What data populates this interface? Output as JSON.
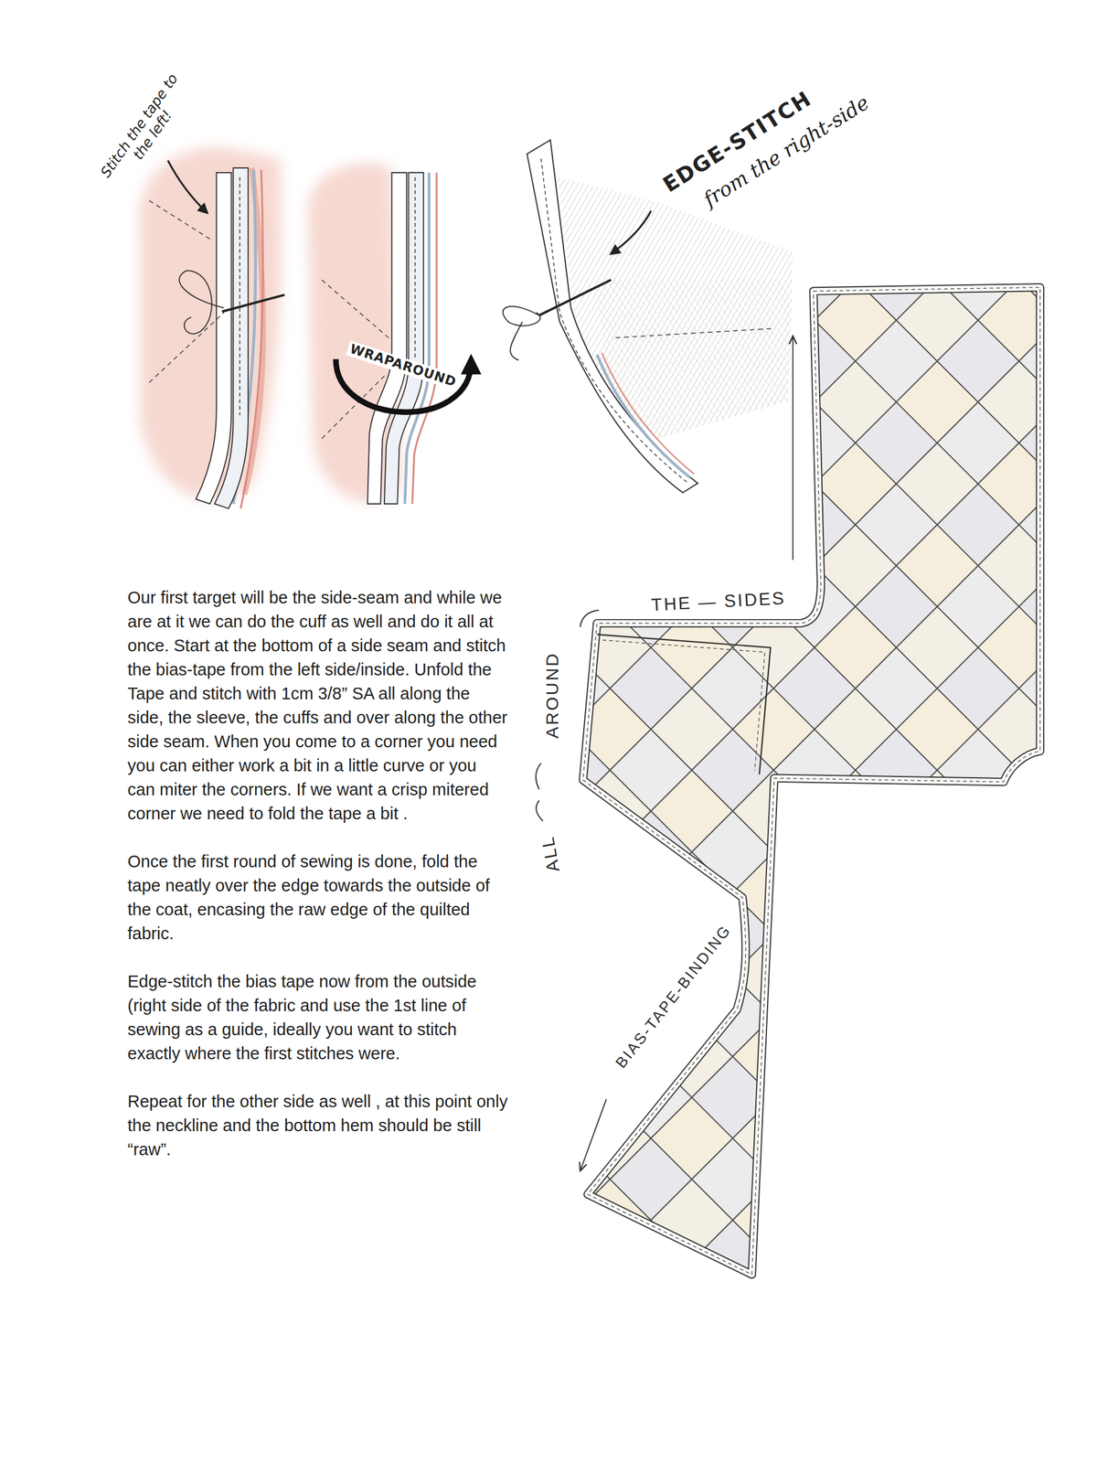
{
  "diagram": {
    "labels": [
      "Stitch the tape to the left!",
      "WRAPAROUND",
      "EDGE-STITCH",
      "from the right-side",
      "Our first target will be the side-seam and while we are at it we can do the cuff as well and do it all at once. Start at the bottom of a side seam and stitch the bias-tape from the left side/inside. Unfold the Tape and stitch with 1cm 3/8” SA all along the side, the sleeve, the cuffs and over along the other side seam. When you come to a corner you need you can either work a bit in a little curve or you can miter the corners. If we want a crisp mitered corner we need to fold the tape a bit .",
      "Once the first round of sewing is done, fold the tape neatly over the edge towards the outside of the coat, encasing the raw edge of the quilted fabric.",
      "Edge-stitch the bias tape now from the outside (right side of the fabric and use the 1st line of sewing as a guide, ideally you want to stitch exactly where the first stitches were.",
      "Repeat for the other side as well , at this point only the neckline and the bottom hem should be still “raw”.",
      "THE — SIDES",
      "AROUND",
      "ALL",
      "BIAS-TAPE-BINDING"
    ]
  }
}
